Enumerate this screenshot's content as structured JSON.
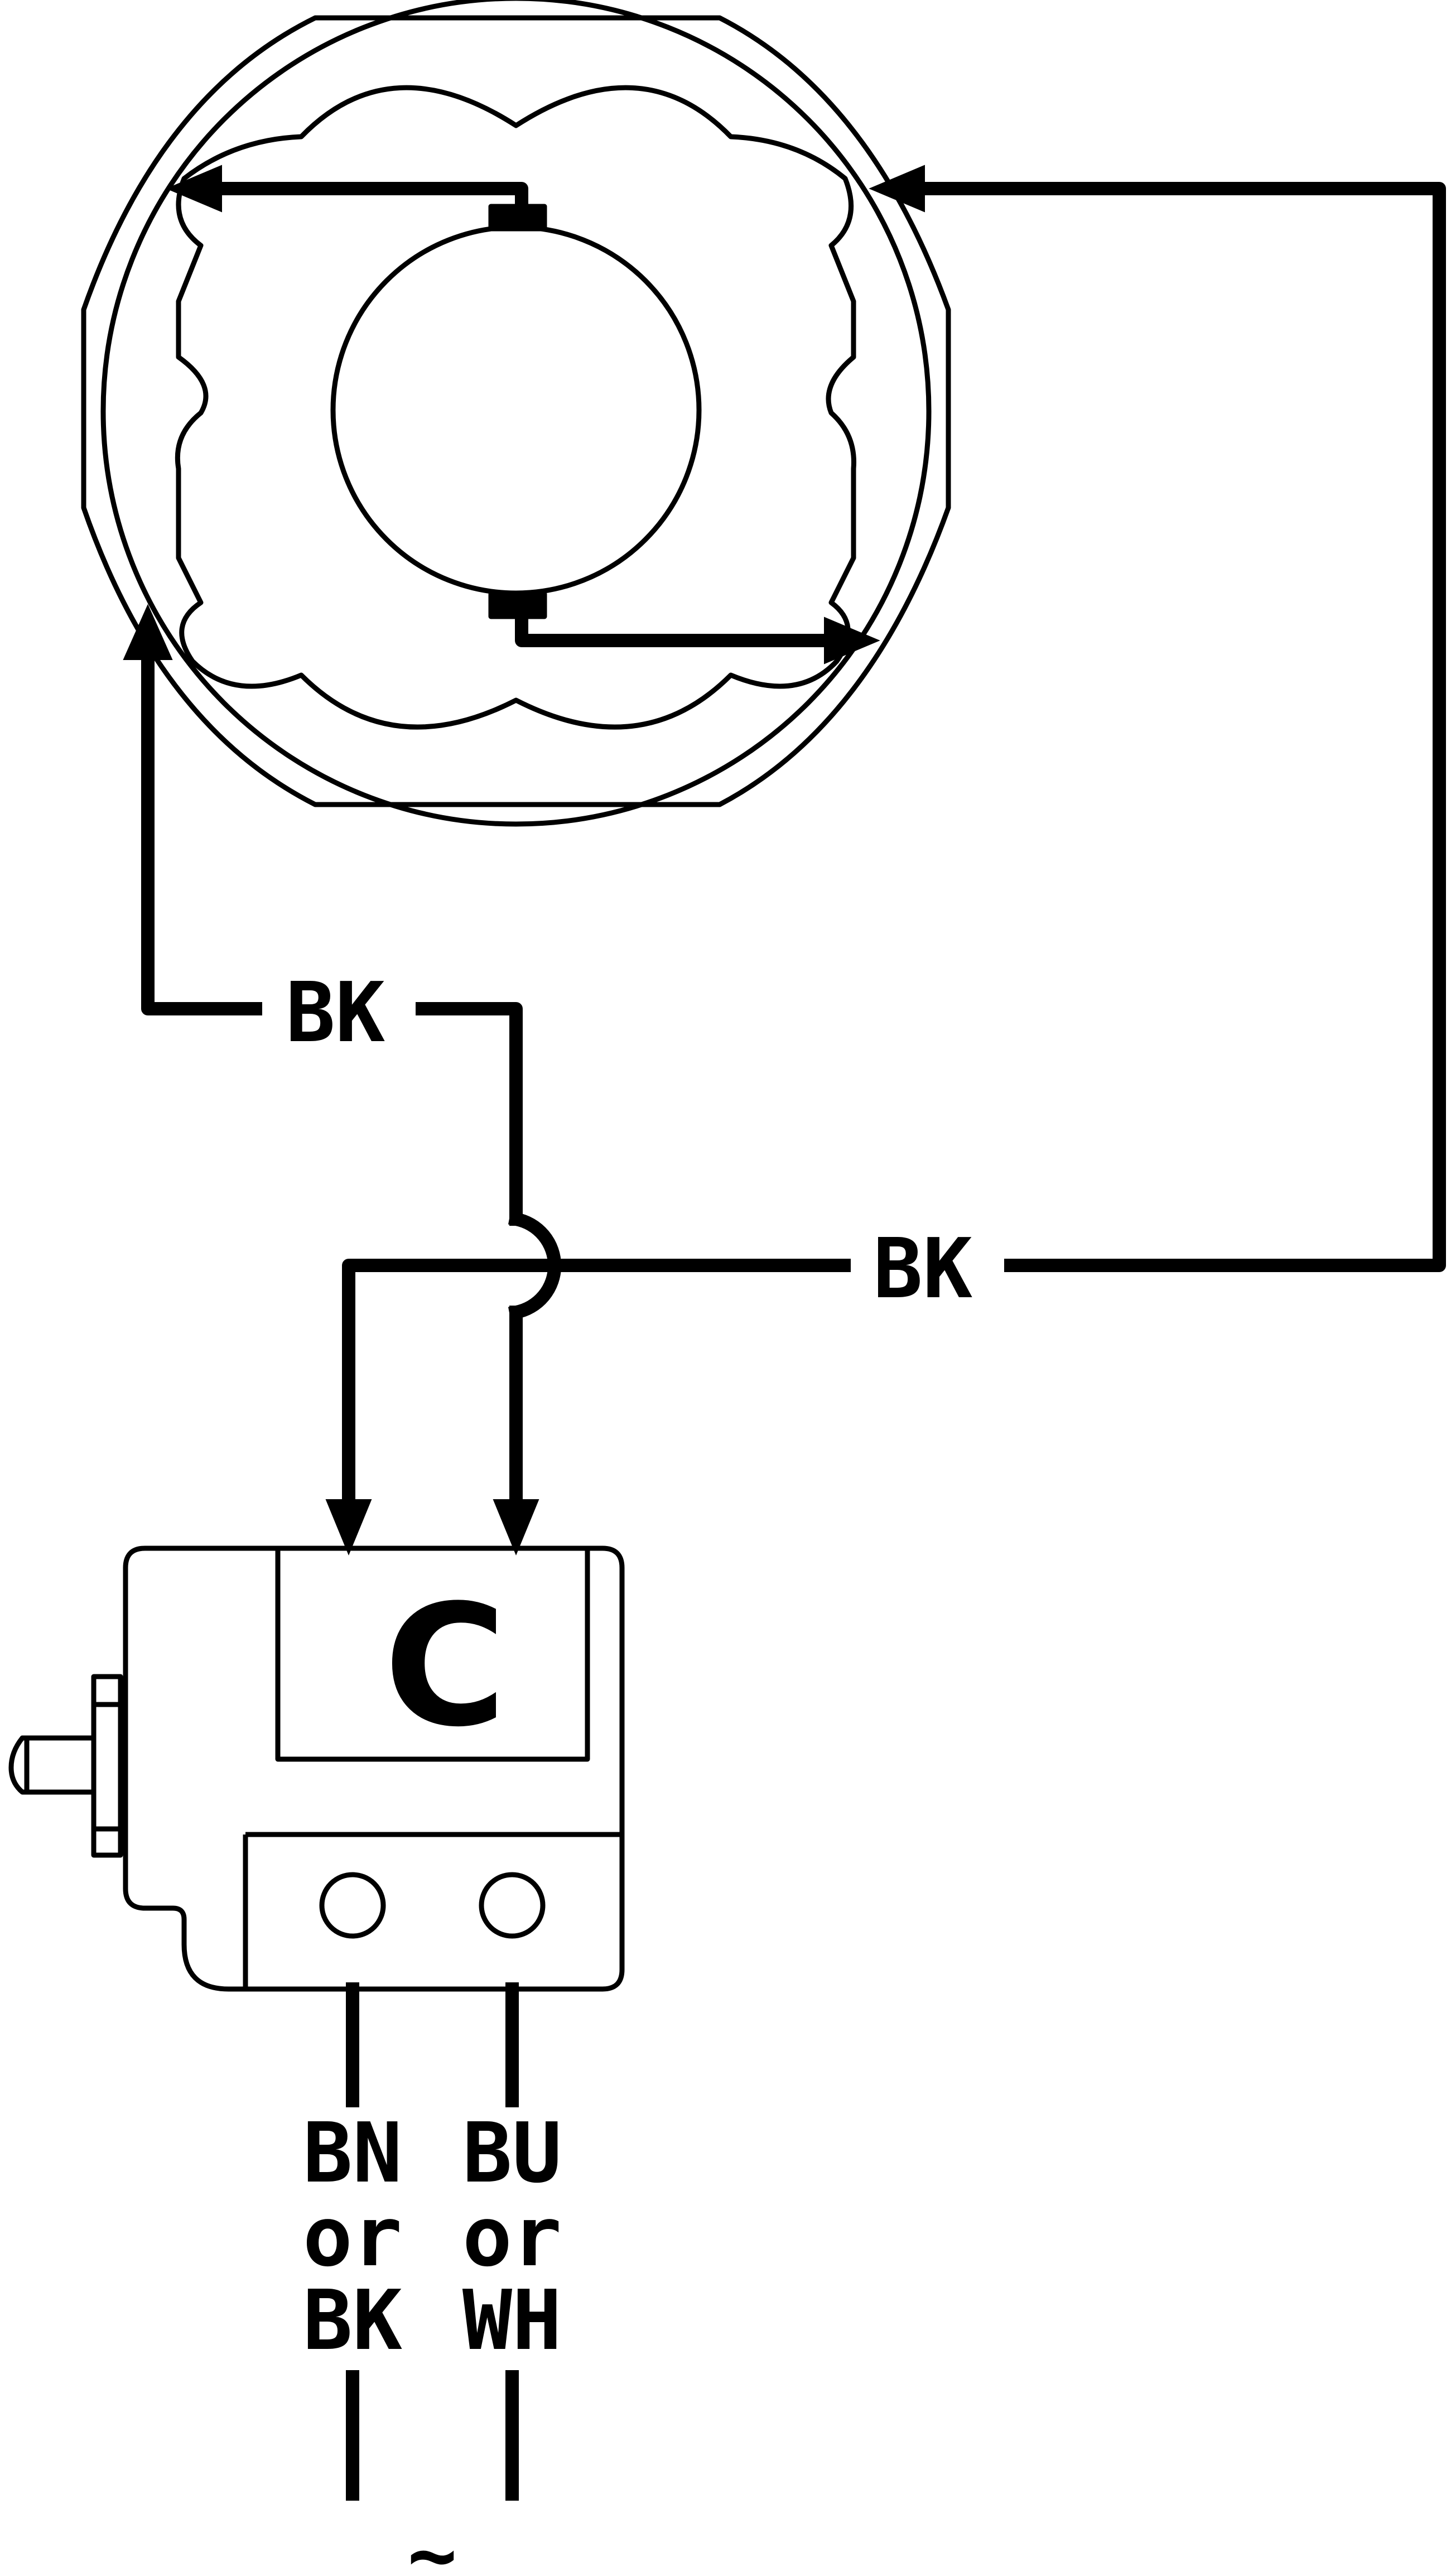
{
  "wire_label_left": "BK",
  "wire_label_right": "BK",
  "capacitor_label": "C",
  "supply_left": {
    "line1": "BN",
    "line2": "or",
    "line3": "BK"
  },
  "supply_right": {
    "line1": "BU",
    "line2": "or",
    "line3": "WH"
  },
  "ac_symbol": "~",
  "colors": {
    "line": "#000000",
    "background": "#ffffff"
  }
}
